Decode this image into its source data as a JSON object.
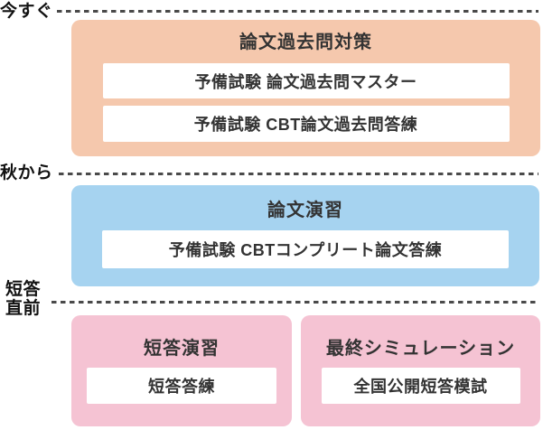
{
  "diagram": {
    "description": "Exam preparation timeline diagram with three phases and four course groups"
  },
  "colors": {
    "essay_past_bg": "#f5c8ad",
    "essay_exercise_bg": "#a6d3f0",
    "tanto_bg": "#f5c3d3",
    "dash_line": "#4a4a4a",
    "title_text": "#333333",
    "phase_text": "#111111",
    "course_item_bg": "#ffffff"
  },
  "phases": [
    {
      "id": "now",
      "label": "今すぐ"
    },
    {
      "id": "autumn",
      "label": "秋から"
    },
    {
      "id": "tanto",
      "label": "短答\n直前"
    }
  ],
  "sections": [
    {
      "id": "essay-past-questions",
      "title": "論文過去問対策",
      "color": "essay_past_bg",
      "items": [
        "予備試験 論文過去問マスター",
        "予備試験 CBT論文過去問答練"
      ]
    },
    {
      "id": "essay-exercise",
      "title": "論文演習",
      "color": "essay_exercise_bg",
      "items": [
        "予備試験 CBTコンプリート論文答練"
      ]
    },
    {
      "id": "tanto-exercise",
      "title": "短答演習",
      "color": "tanto_bg",
      "items": [
        "短答答練"
      ]
    },
    {
      "id": "final-simulation",
      "title": "最終シミュレーション",
      "color": "tanto_bg",
      "items": [
        "全国公開短答模試"
      ]
    }
  ]
}
